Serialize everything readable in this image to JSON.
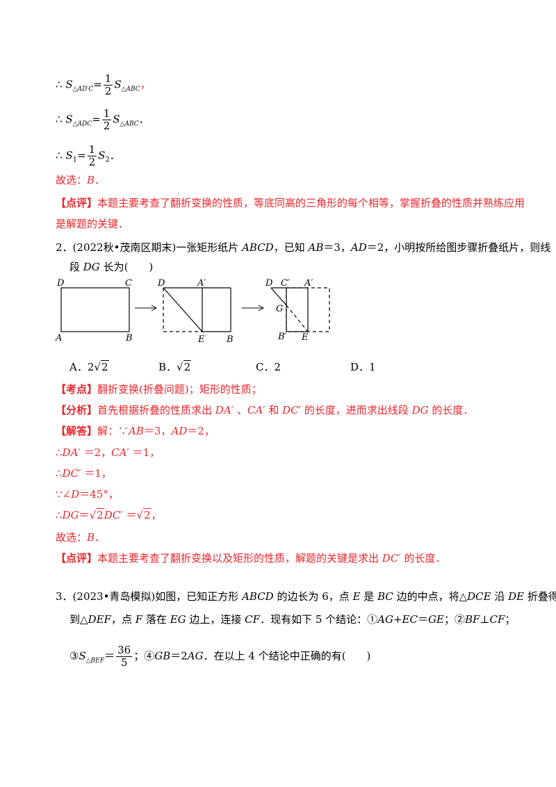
{
  "lines": {
    "l1_therefore": "∴",
    "l1_eq": "=",
    "l1_tail": "，",
    "l2_therefore": "∴",
    "l2_eq": "=",
    "l2_tail": "．",
    "l3_therefore": "∴",
    "l3_eq": "=",
    "l3_tail": "．",
    "frac_num": "1",
    "frac_den": "2",
    "s": "S",
    "sub_adpc": "△AD′C",
    "sub_abc": "△ABC",
    "sub_adc": "△ADC",
    "sub_1": "1",
    "sub_2": "2",
    "choose1_label": "故选：",
    "choose1_value": "B",
    "choose1_tail": "．",
    "comment1_label": "【点评】",
    "comment1_line1": "本题主要考查了翻折变换的性质，等底同高的三角形的每个相等，掌握折叠的性质并熟练应用",
    "comment1_line2": "是解题的关键．"
  },
  "q2": {
    "number": "2．",
    "source": "(2022秋•茂南区期末)",
    "stem1a": "一张矩形纸片 ",
    "abcd": "ABCD",
    "stem1b": "，已知 ",
    "ab": "AB",
    "stem1c": "＝3，",
    "ad": "AD",
    "stem1d": "＝2，小明按所给图步骤折叠纸片，则线",
    "stem2a": "段 ",
    "dg": "DG",
    "stem2b": " 长为(　　)",
    "figure_labels": {
      "d": "D",
      "c": "C",
      "a": "A",
      "b": "B",
      "a_prime": "A′",
      "e": "E",
      "c_prime": "C′",
      "g": "G",
      "b_prime": "B′"
    },
    "options": {
      "a_label": "A．",
      "a_coef": "2",
      "a_rad": "2",
      "b_label": "B．",
      "b_rad": "2",
      "c_label": "C．",
      "c_value": "2",
      "d_label": "D．",
      "d_value": "1"
    },
    "kaodian_label": "【考点】",
    "kaodian_text": "翻折变换(折叠问题)；矩形的性质；",
    "fenxi_label": "【分析】",
    "fenxi_a": "首先根据折叠的性质求出 ",
    "fenxi_da": "DA",
    "fenxi_prime1": "′",
    "fenxi_sep1": " 、",
    "fenxi_ca": "CA",
    "fenxi_prime2": "′",
    "fenxi_and": " 和 ",
    "fenxi_dc": "DC",
    "fenxi_prime3": "′",
    "fenxi_b": " 的长度，进而求出线段 ",
    "fenxi_dg": "DG",
    "fenxi_c": " 的长度．",
    "jieda_label": "【解答】",
    "jieda_a": "解：∵",
    "jieda_ab": "AB",
    "jieda_b": "＝3，",
    "jieda_ad": "AD",
    "jieda_c": "＝2，",
    "s1_a": "∴",
    "s1_da": "DA",
    "s1_b": "′ ＝2，",
    "s1_ca": "CA",
    "s1_c": "′ ＝1，",
    "s2_a": "∴",
    "s2_dc": "DC",
    "s2_b": "′ ＝1，",
    "s3_a": "∵∠",
    "s3_d": "D",
    "s3_b": "＝45°，",
    "s4_a": "∴",
    "s4_dg": "DG",
    "s4_eq": "＝",
    "s4_rad": "2",
    "s4_dc": "DC",
    "s4_b": "′ ＝",
    "s4_rad2": "2",
    "s4_c": "，",
    "choose_label": "故选：",
    "choose_value": "B",
    "choose_tail": "．",
    "comment_label": "【点评】",
    "comment_a": "本题主要考查了翻折变换以及矩形的性质，解题的关键是求出 ",
    "comment_dc": "DC",
    "comment_b": "′ 的长度．"
  },
  "q3": {
    "number": "3．",
    "source": "(2023•青岛模拟)",
    "stem1a": "如图，已知正方形 ",
    "abcd": "ABCD",
    "stem1b": " 的边长为 6，点 ",
    "e": "E",
    "stem1c": " 是 ",
    "bc": "BC",
    "stem1d": " 边的中点，将△",
    "dce": "DCE",
    "stem1e": " 沿 ",
    "de": "DE",
    "stem1f": " 折叠得",
    "stem2a": "到△",
    "def": "DEF",
    "stem2b": "，点 ",
    "f": "F",
    "stem2c": " 落在 ",
    "eg": "EG",
    "stem2d": " 边上，连接 ",
    "cf": "CF",
    "stem2e": "．现有如下 5 个结论：",
    "c1": "①",
    "c1_text": "AG+EC",
    "c1_b": "＝",
    "c1_ge": "GE",
    "c1_c": "；",
    "c2": "②",
    "c2_text": "BF",
    "c2_b": "⊥",
    "c2_cf": "CF",
    "c2_c": "；",
    "c3": "③",
    "c3_s": "S",
    "c3_sub": "△BEF",
    "c3_eq": "＝",
    "c3_num": "36",
    "c3_den": "5",
    "c3_c": "；",
    "c4": "④",
    "c4_gb": "GB",
    "c4_b": "＝2",
    "c4_ag": "AG",
    "c4_c": "．在以上 4 个结论中正确的有(　　)"
  }
}
